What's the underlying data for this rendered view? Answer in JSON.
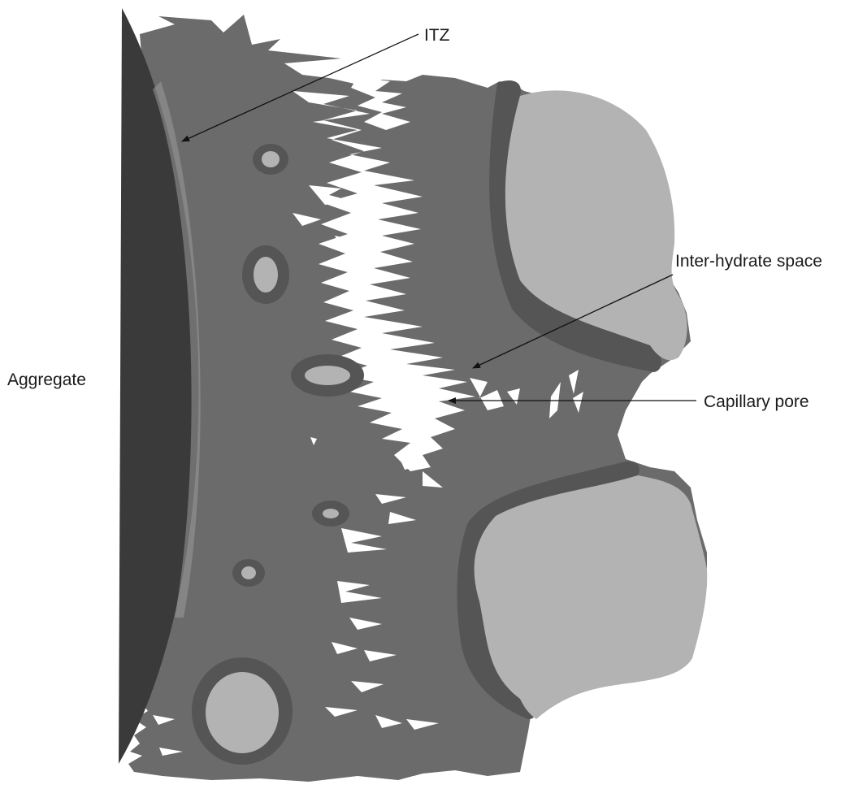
{
  "labels": {
    "itz": "ITZ",
    "aggregate": "Aggregate",
    "inter_hydrate_space": "Inter-hydrate space",
    "capillary_pore": "Capillary pore"
  },
  "colors": {
    "aggregate": "#3a3a3a",
    "paste": "#6b6b6b",
    "rim": "#555555",
    "unhydrated": "#b3b3b3",
    "pore": "#ffffff",
    "text": "#1a1a1a"
  }
}
